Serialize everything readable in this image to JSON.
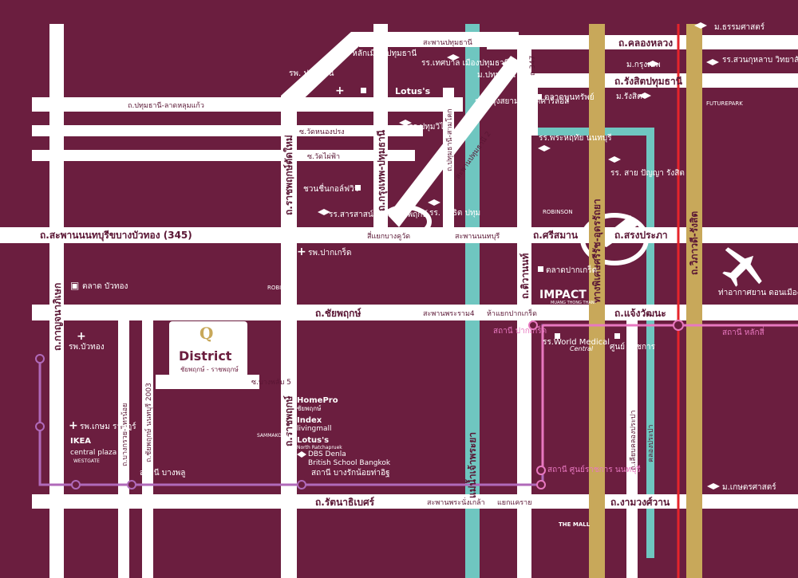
{
  "roads": {
    "khlong_luang": "ถ.คลองหลวง",
    "saphan_pathum": "สะพานปทุมธานี",
    "rangsit_pathum": "ถ.รังสิตปทุมธานี",
    "pathum_lat_lum": "ถ.ปทุมธานี-ลาดหลุมแก้ว",
    "soi_wat_nong": "ซ.วัดหนองปรง",
    "soi_wat_phai": "ซ.วัดไผ่ฟ้า",
    "ratchaphruek_mai": "ถ.ราชพฤกษ์ตัดใหม่",
    "krungthep_pathum": "ถ.กรุงเทพ-ปทุมธานี",
    "pathum_sam_khok": "ถ.ปทุมธานี-สามโคก",
    "saphan_pathum2": "สะพานปทุมธานี 2",
    "saphan_nonthaburi_345": "ถ.สะพานนนทบุรีขบางบัวทอง (345)",
    "saphan_nonthaburi": "สะพานนนทบุรี",
    "si_yaek_bang_khu_wat": "สี่แยกบางคูวัด",
    "si_saman": "ถ.ศรีสมาน",
    "song_prapha": "ถ.สรงประภา",
    "tiwanon": "ถ.ติวานนท์",
    "chaiyaphruek": "ถ.ชัยพฤกษ์",
    "saphan_rama4": "สะพานพระราม4",
    "ha_yaek_pak_kret": "ห้าแยกปากเกร็ด",
    "chaeng_watthana": "ถ.แจ้งวัฒนะ",
    "kanchanaphisek": "ถ.กาญจนาภิเษก",
    "nonthaburi_2003": "ถ.ชัยพฤกษ์ นนทบุรี 2003",
    "bang_kruai_sai_noi": "ถ.บางกรวย-ไทรน้อย",
    "ratchaphruek": "ถ.ราชพฤกษ์",
    "soi_bang_phlu": "ซ.บางพลับ 5",
    "rattanathibet": "ถ.รัตนาธิเบศร์",
    "saphan_phra_nang_klao": "สะพานพระนั่งเกล้า",
    "yaek_khae_rai": "แยกแคราย",
    "ngam_wong_wan": "ถ.งามวงศ์วาน",
    "vibhavadi": "ถ.วิภาวดี-รังสิต",
    "tollway": "ทางพิเศษศรีรัช-อุดรรัถยา",
    "lak_si_khlong_prapa": "ถ.เลียบคลองประปา",
    "khlong_prapa": "คลองประปา",
    "route_347": "ถ.347",
    "river": "แม่น้ำเจ้าพระยา"
  },
  "places": {
    "thammasat": "ม.ธรรมศาสตร์",
    "suan_dusit": "รร.สวนกุหลาบ วิทยาลัยรังสิต",
    "future_park": "FUTUREPARK",
    "kru_thep": "ม.กรุงเทพ",
    "rangsit_u": "ม.รังสิต",
    "talad_phun_sap": "ตลาดพูนทรัพย์",
    "thesaban": "รร.เทศบาล เมืองปทุมธานี",
    "pathum_u": "ม.ปทุมธานี",
    "hospital_pathum": "รพ. ปทุมธานี",
    "sala_klang": "ศาล หลักเมือง ปทุมธานี",
    "lotus_top": "Lotus's",
    "hosp_krungsiam": "รพ.กรุงสยาม เซนต์คาร์ลอส",
    "pathum_wilai": "รร.ปทุมวิไล",
    "phra_huthai": "รร.พระหฤทัย นนทบุรี",
    "sai_panya": "รร. สาย ปัญญา รังสิต",
    "chuan_chuen": "ชวนชื่นกอล์ฟวิว",
    "sarasas": "รร.สารสาสน์ วิเทศราชพฤกษ์",
    "satit": "รร. สาธิต ปทุม",
    "robinson_top": "ROBINSON",
    "hosp_pak_kret": "รพ.ปากเกร็ด",
    "talad_pak_kret": "ตลาดปากเกร็ด",
    "impact": "IMPACT",
    "impact_sub": "MUANG THONG THANI",
    "airport": "ท่าอากาศยาน ดอนเมือง",
    "talad_bua_thong": "ตลาด บัวทอง",
    "robinson_mid": "ROBINSON",
    "hosp_bua_thong": "รพ.บัวทอง",
    "world_medical": "รร.World Medical",
    "central": "Central",
    "govt_center": "ศูนย์ ราชการ",
    "hosp_kasem": "รพ.เกษม ราษฎร์",
    "ikea": "IKEA",
    "central_plaza": "central plaza",
    "westgate": "WESTGATE",
    "homepro": "HomePro",
    "homepro_sub": "ชัยพฤกษ์",
    "index": "Index",
    "index_sub": "livingmall",
    "lotus_bottom": "Lotus's",
    "lotus_bottom_sub": "North Ratchapruek",
    "dbs": "DBS Denla",
    "dbs_sub": "British School Bangkok",
    "sammakorn": "SAMMAKORN",
    "kasetsart": "ม.เกษตรศาสตร์",
    "the_mall": "THE MALL"
  },
  "stations": {
    "pak_kret": "สถานี ปากเกร็ด",
    "lak_si": "สถานี หลักสี่",
    "bang_phlu": "สถานี บางพลู",
    "bang_rak_noi": "สถานี บางรักน้อยท่าอิฐ",
    "govt_center": "สถานี ศูนย์ราชการ นนทบุรี"
  },
  "project": {
    "logo_letter": "Q",
    "name": "District",
    "sub": "ชัยพฤกษ์ - ราชพฤกษ์"
  },
  "colors": {
    "background": "#6b1e3f",
    "road": "#ffffff",
    "river": "#6fc6c0",
    "expressway": "#c8a85a",
    "red_line": "#e5242b",
    "pink_line": "#e878c0",
    "purple_line": "#b06aba"
  },
  "icons": [
    "school-icon",
    "hospital-icon",
    "market-icon",
    "airplane-icon",
    "station-icon",
    "mall-icon"
  ]
}
